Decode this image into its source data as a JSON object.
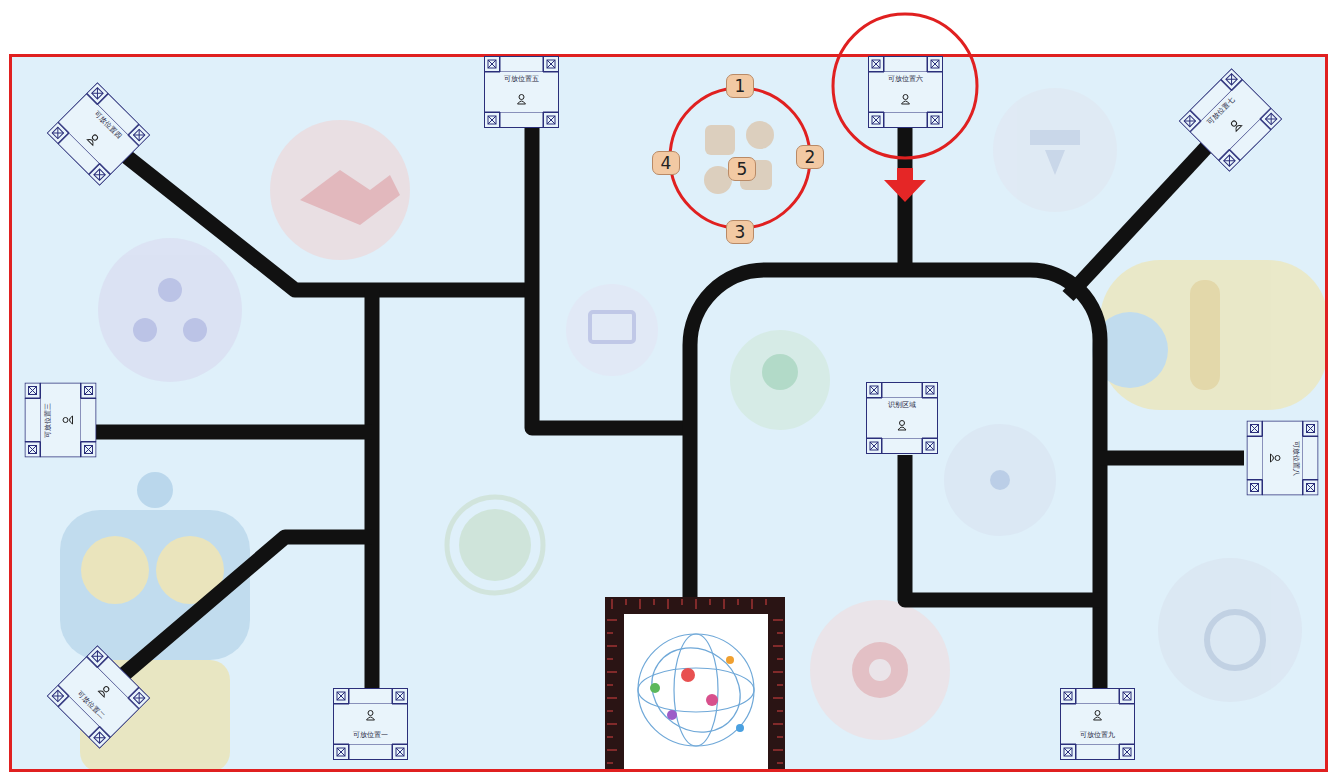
{
  "diagram": {
    "nodes": [
      {
        "text": [
          "可放位置四"
        ]
      },
      {
        "text": [
          "可放位置五"
        ]
      },
      {
        "text": [
          "可放位置六"
        ]
      },
      {
        "text": [
          "可放位置七"
        ]
      },
      {
        "text": [
          "可放位置三"
        ]
      },
      {
        "text": [
          "识别区域"
        ]
      },
      {
        "text": [
          "可放位置八"
        ]
      },
      {
        "text": [
          "可放位置二"
        ]
      },
      {
        "text": [
          "可放位置一"
        ]
      },
      {
        "text": [
          "可放位置九"
        ]
      }
    ],
    "labels": [
      "1",
      "2",
      "4",
      "5",
      "3"
    ]
  }
}
